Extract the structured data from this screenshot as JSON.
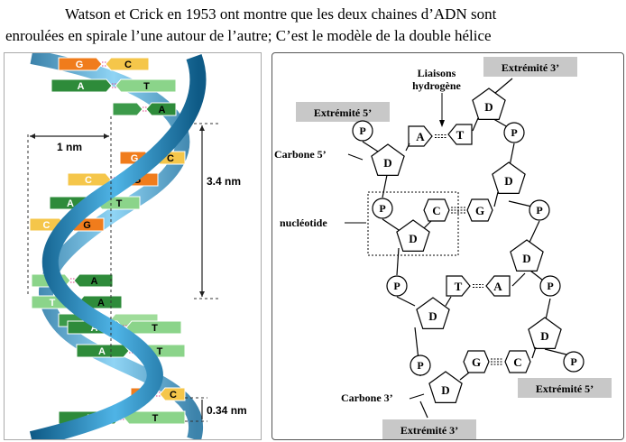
{
  "caption": {
    "line1": "Watson et Crick en 1953 ont montre que les deux chaines d’ADN sont",
    "line2": "enroulées en spirale l’une autour de l’autre; C’est le modèle de la double hélice",
    "dot": "."
  },
  "helix": {
    "width_label": "1 nm",
    "turn_label": "3.4 nm",
    "step_label": "0.34 nm",
    "pairs": [
      {
        "left": "G",
        "right": "C"
      },
      {
        "left": "A",
        "right": "T"
      },
      {
        "left": "",
        "right": "A"
      },
      {
        "left": "G",
        "right": "C"
      },
      {
        "left": "C",
        "right": "G"
      },
      {
        "left": "A",
        "right": "T"
      },
      {
        "left": "C",
        "right": "G"
      },
      {
        "left": "T",
        "right": "A"
      },
      {
        "left": "T",
        "right": "A"
      },
      {
        "left": "",
        "right": ""
      },
      {
        "left": "A",
        "right": "T"
      },
      {
        "left": "A",
        "right": "T"
      },
      {
        "left": "G",
        "right": "C"
      },
      {
        "left": "A",
        "right": "T"
      }
    ]
  },
  "model": {
    "labels": {
      "ext3_top": "Extrémité 3’",
      "ext5_left": "Extrémité 5’",
      "ext5_right": "Extrémité 5’",
      "ext3_bottom": "Extrémité 3’",
      "liaisons_1": "Liaisons",
      "liaisons_2": "hydrogène",
      "carbone5": "Carbone 5’",
      "carbone3": "Carbone 3’",
      "nucleotide": "nucléotide"
    },
    "phosphate": "P",
    "sugar": "D",
    "bases": {
      "row1_left": "A",
      "row1_right": "T",
      "row2_left": "C",
      "row2_right": "G",
      "row3_left": "T",
      "row3_right": "A",
      "row4_left": "G",
      "row4_right": "C"
    }
  }
}
